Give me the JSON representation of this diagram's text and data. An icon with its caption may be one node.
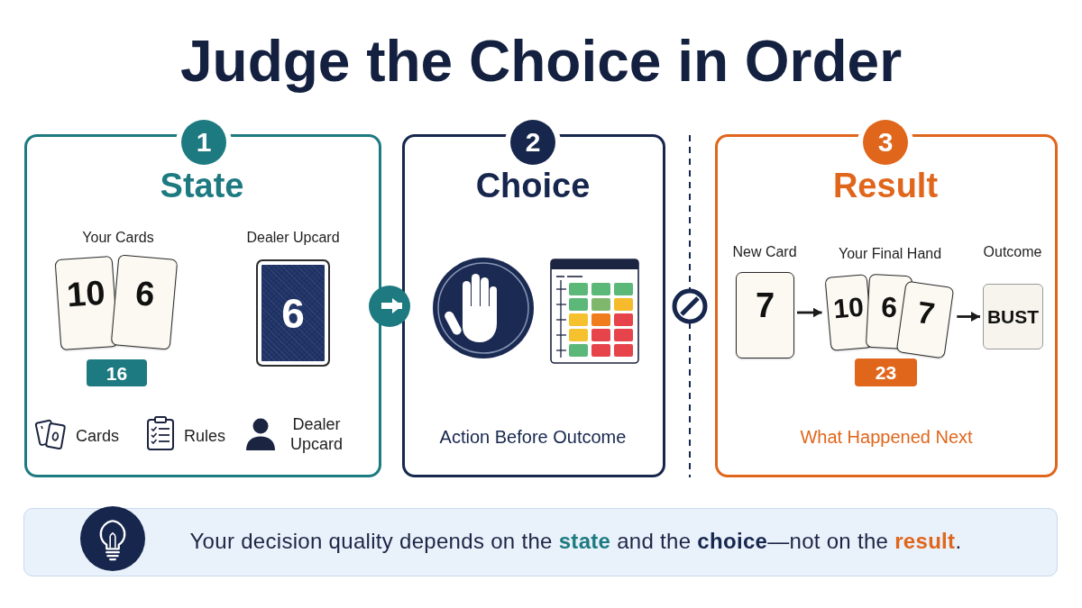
{
  "diagram": {
    "title": "Judge the Choice in Order",
    "nodes": [
      {
        "text": [
          "State",
          "Your Cards",
          "Dealer Upcard",
          "Cards",
          "Rules",
          "Dealer Upcard"
        ]
      },
      {
        "text": [
          "1"
        ]
      },
      {
        "text": [
          "10"
        ],
        "in": 0
      },
      {
        "text": [
          "6"
        ],
        "in": 0
      },
      {
        "text": [
          "16"
        ],
        "in": 0
      },
      {
        "text": [
          "6"
        ],
        "in": 0
      },
      {
        "text": [
          "Choice",
          "Action Before Outcome"
        ]
      },
      {
        "text": [
          "2"
        ]
      },
      {
        "text": [
          "Result",
          "New Card",
          "Your Final Hand",
          "Outcome",
          "What Happened Next"
        ]
      },
      {
        "text": [
          "3"
        ]
      },
      {
        "text": [
          "7"
        ],
        "in": 8
      },
      {
        "text": [
          "10"
        ],
        "in": 8
      },
      {
        "text": [
          "6"
        ],
        "in": 8
      },
      {
        "text": [
          "7"
        ],
        "in": 8
      },
      {
        "text": [
          "23"
        ],
        "in": 8
      },
      {
        "text": [
          "BUST"
        ],
        "in": 8
      },
      {
        "text": [
          "Your decision quality depends on the **state** and the **choice**—not on the **result**."
        ]
      }
    ],
    "edges": [
      {
        "from": 0,
        "to": 6,
        "arrow": "to",
        "style": "thick",
        "color": "#ffffff"
      },
      {
        "from": 10,
        "to": 11,
        "arrow": "to"
      },
      {
        "from": 13,
        "to": 15,
        "arrow": "to"
      }
    ]
  }
}
